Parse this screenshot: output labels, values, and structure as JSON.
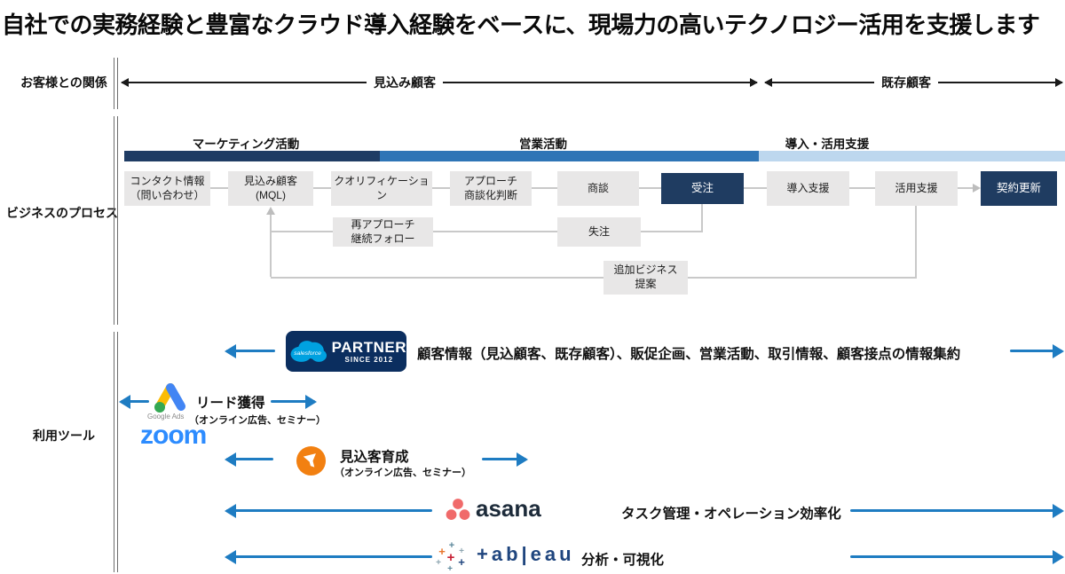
{
  "title": "自社での実務経験と豊富なクラウド導入経験をベースに、現場力の高いテクノロジー活用を支援します",
  "sidebar": {
    "relationship_label": "お客様との関係",
    "process_label": "ビジネスのプロセス",
    "tools_label": "利用ツール"
  },
  "relationship": {
    "prospect": "見込み顧客",
    "existing": "既存顧客"
  },
  "process": {
    "phases": [
      {
        "label": "マーケティング活動",
        "color": "#1f3c64"
      },
      {
        "label": "営業活動",
        "color": "#2e75b6"
      },
      {
        "label": "導入・活用支援",
        "color": "#bdd7ee"
      }
    ],
    "steps": [
      {
        "label": "コンタクト情報\n（問い合わせ）"
      },
      {
        "label": "見込み顧客\n(MQL)"
      },
      {
        "label": "クオリフィケーション"
      },
      {
        "label": "アプローチ\n商談化判断"
      },
      {
        "label": "商談"
      },
      {
        "label": "受注"
      },
      {
        "label": "導入支援"
      },
      {
        "label": "活用支援"
      },
      {
        "label": "契約更新"
      }
    ],
    "substeps": [
      {
        "label": "再アプローチ\n継続フォロー"
      },
      {
        "label": "失注"
      },
      {
        "label": "追加ビジネス\n提案"
      }
    ]
  },
  "tools": {
    "salesforce": {
      "logo": "salesforce",
      "badge_title": "PARTNER",
      "badge_subtitle": "SINCE 2012",
      "description": "顧客情報（見込顧客、既存顧客）、販促企画、営業活動、取引情報、顧客接点の情報集約"
    },
    "google_ads": {
      "caption": "Google Ads",
      "title": "リード獲得",
      "subtitle": "（オンライン広告、セミナー）"
    },
    "zoom": {
      "logo": "zoom"
    },
    "nurturing": {
      "title": "見込客育成",
      "subtitle": "（オンライン広告、セミナー）"
    },
    "asana": {
      "logo": "asana",
      "description": "タスク管理・オペレーション効率化"
    },
    "tableau": {
      "logo": "+ab|eau",
      "description": "分析・可視化"
    }
  },
  "colors": {
    "accent_navy": "#1f3c61",
    "phase_marketing": "#1f3c64",
    "phase_sales": "#2e75b6",
    "phase_support": "#bdd7ee",
    "arrow_blue": "#1e7cc2",
    "box_gray": "#e8e7e7",
    "connector_gray": "#c9c9c9",
    "salesforce_badge_navy": "#0b2e5f",
    "salesforce_cloud_blue": "#00a1e0",
    "google_yellow": "#fbbc04",
    "google_blue": "#4285f4",
    "google_green": "#34a853",
    "zoom_blue": "#2d8cff",
    "pardot_orange": "#f28011",
    "asana_coral": "#f06a6a",
    "tableau_navy": "#1f457e"
  }
}
